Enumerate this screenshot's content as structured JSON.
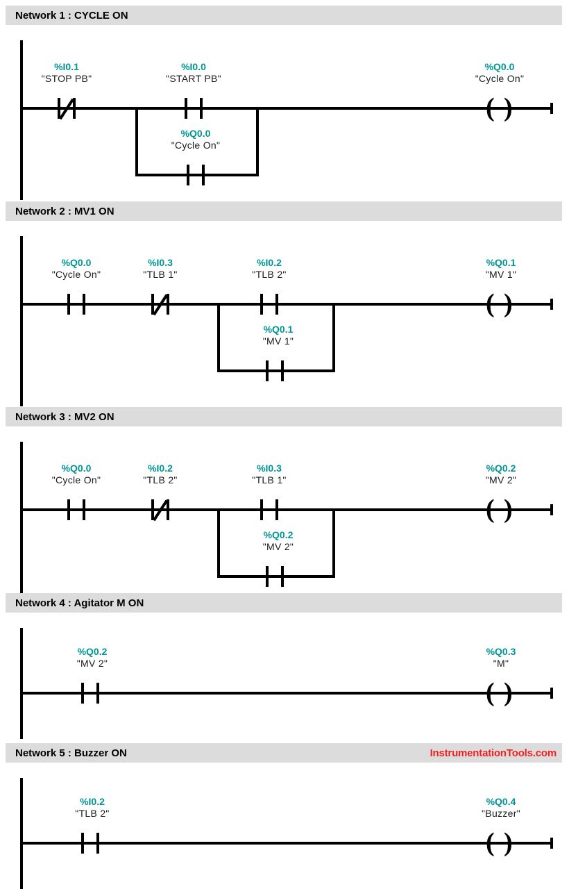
{
  "page": {
    "watermark": "InstrumentationTools.com",
    "accent_teal": "#009494",
    "watermark_red": "#ee2222",
    "header_gray": "#dcdcdc",
    "wire_black": "#000000"
  },
  "networks": [
    {
      "title": "Network 1 : CYCLE ON",
      "elements": {
        "c1": {
          "addr": "%I0.1",
          "sym": "\"STOP PB\"",
          "type": "NC"
        },
        "c2": {
          "addr": "%I0.0",
          "sym": "\"START PB\"",
          "type": "NO"
        },
        "c3": {
          "addr": "%Q0.0",
          "sym": "\"Cycle On\"",
          "type": "NO"
        },
        "coil": {
          "addr": "%Q0.0",
          "sym": "\"Cycle On\"",
          "type": "COIL"
        }
      }
    },
    {
      "title": "Network 2 : MV1 ON",
      "elements": {
        "c1": {
          "addr": "%Q0.0",
          "sym": "\"Cycle On\"",
          "type": "NO"
        },
        "c2": {
          "addr": "%I0.3",
          "sym": "\"TLB 1\"",
          "type": "NC"
        },
        "c3": {
          "addr": "%I0.2",
          "sym": "\"TLB 2\"",
          "type": "NO"
        },
        "c4": {
          "addr": "%Q0.1",
          "sym": "\"MV 1\"",
          "type": "NO"
        },
        "coil": {
          "addr": "%Q0.1",
          "sym": "\"MV 1\"",
          "type": "COIL"
        }
      }
    },
    {
      "title": "Network 3 : MV2 ON",
      "elements": {
        "c1": {
          "addr": "%Q0.0",
          "sym": "\"Cycle On\"",
          "type": "NO"
        },
        "c2": {
          "addr": "%I0.2",
          "sym": "\"TLB 2\"",
          "type": "NC"
        },
        "c3": {
          "addr": "%I0.3",
          "sym": "\"TLB 1\"",
          "type": "NO"
        },
        "c4": {
          "addr": "%Q0.2",
          "sym": "\"MV 2\"",
          "type": "NO"
        },
        "coil": {
          "addr": "%Q0.2",
          "sym": "\"MV 2\"",
          "type": "COIL"
        }
      }
    },
    {
      "title": "Network 4 : Agitator M ON",
      "elements": {
        "c1": {
          "addr": "%Q0.2",
          "sym": "\"MV 2\"",
          "type": "NO"
        },
        "coil": {
          "addr": "%Q0.3",
          "sym": "\"M\"",
          "type": "COIL"
        }
      }
    },
    {
      "title": "Network 5 : Buzzer ON",
      "elements": {
        "c1": {
          "addr": "%I0.2",
          "sym": "\"TLB 2\"",
          "type": "NO"
        },
        "coil": {
          "addr": "%Q0.4",
          "sym": "\"Buzzer\"",
          "type": "COIL"
        }
      }
    }
  ]
}
